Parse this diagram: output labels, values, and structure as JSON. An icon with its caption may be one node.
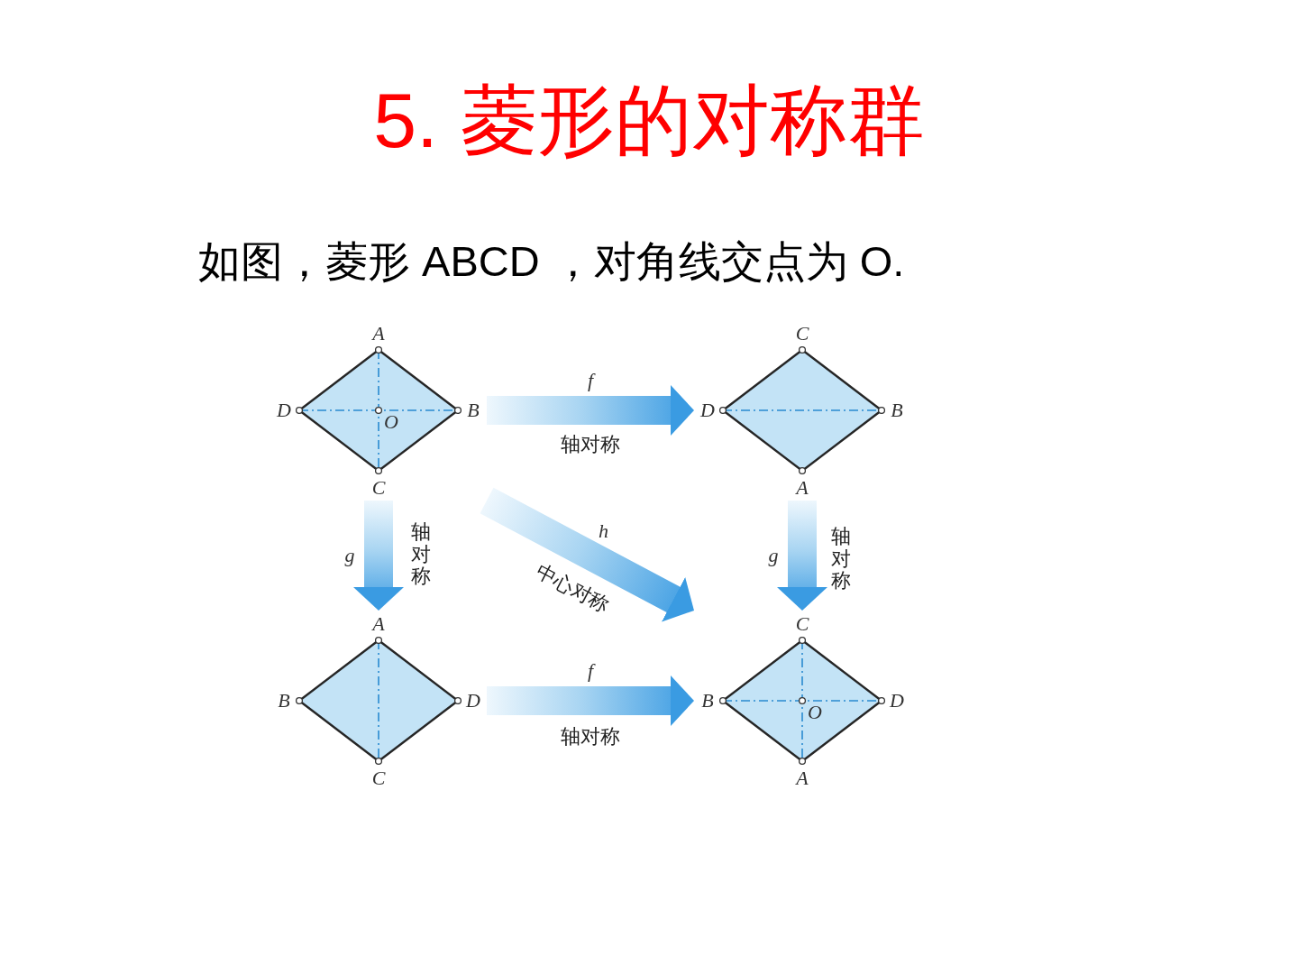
{
  "diagram": {
    "title": "5. 菱形的对称群",
    "nodes": [
      {
        "text": [
          "O"
        ],
        "beside": [
          "A",
          "D",
          "B",
          "C"
        ]
      },
      {
        "text": [],
        "shape": "diamond",
        "beside": [
          "C",
          "D",
          "B",
          "A"
        ]
      },
      {
        "text": [],
        "shape": "diamond",
        "beside": [
          "A",
          "B",
          "D",
          "C"
        ]
      },
      {
        "text": [
          "O"
        ],
        "beside": [
          "C",
          "B",
          "D",
          "A"
        ]
      }
    ],
    "edges": [
      {
        "from": 0,
        "to": 1,
        "arrow": "to",
        "label": "f"
      },
      {
        "from": 0,
        "to": 2,
        "arrow": "to",
        "label": "g"
      },
      {
        "from": 0,
        "to": 3,
        "arrow": "to",
        "label": "h"
      },
      {
        "from": 1,
        "to": 3,
        "arrow": "to",
        "label": "g"
      },
      {
        "from": 2,
        "to": 3,
        "arrow": "to",
        "label": "f"
      }
    ],
    "labels": [
      "如图，菱形 ABCD ，对角线交点为 O.",
      "轴对称",
      "轴对称",
      "中心对称",
      "轴对称",
      "轴对称"
    ]
  }
}
